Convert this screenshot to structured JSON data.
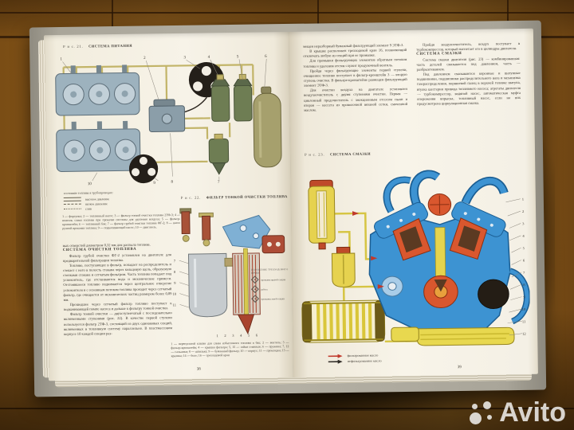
{
  "photo": {
    "watermark_text": "Avito",
    "colors": {
      "wood": "#855718",
      "page": "#f6f2e7",
      "cover": "#aca89c",
      "diagram_blue": "#3d93d2",
      "diagram_orange": "#d9572e",
      "diagram_yellow": "#e5d44e",
      "pipe_olive": "#c2b468",
      "filter_green": "#6e7d53",
      "legend_red": "#c0392b",
      "legend_black": "#2f2b26"
    }
  },
  "left_page": {
    "page_number": "38",
    "fig21": {
      "caption_label": "Р и с. 21.",
      "caption_title": "СИСТЕМА ПИТАНИЯ",
      "callouts": [
        "1",
        "2",
        "3",
        "4",
        "5",
        "6",
        "7",
        "8",
        "9",
        "10"
      ],
      "pipe_legend_title": "состояние топлива в трубопроводах:",
      "pipe_legend_items": [
        "высокое давление",
        "низкое давление",
        "слив"
      ],
      "legend": "1 — форсунка; 2 — топливный насос; 3 — фильтр тонкой очистки топлива 2ТФ-3; 4 — вентиль слива топлива при прокачке системы для удаления воздуха; 5 — фильтр-кронштейн; 6 — топливный бак; 7 — фильтр грубой очистки топлива ФГ-2; 8 — насос ручной прокачки топлива; 9 — подкачивающий насос; 10 — двигатель."
    },
    "body": {
      "para_intro": "вых отверстий диаметром 0,32 мм для распыла топлива.",
      "heading": "СИСТЕМА ОЧИСТКИ ТОПЛИВА",
      "para1": "Фильтр грубой очистки ФГ-2 установлен на двигателе для предварительной фильтрации топлива.",
      "para2": "Топливо, поступающее в фильтр, попадает на распределитель и стекает с него в полость стакана через кольцевую щель, образуемую стенками стакана и сетчатым фильтром. Часть топлива попадает под успокоитель, где отстаиваются вода и механические примеси. Отстоявшееся топливо поднимается через центральное отверстие успокоителя и с основным потоком топлива проходит через сетчатый фильтр, где очищается от механических частиц размером более 0,09 мм.",
      "para3": "Прошедшее через сетчатый фильтр топливо поступает к подкачивающей помпе насоса и дальше к фильтру тонкой очистки.",
      "para4": "Фильтр тонкой очистки — двухступенчатый с последовательно включенными ступенями (рис. 22). В качестве первой ступени используется фильтр 2ТФ-3, состоящий из двух одинаковых секций, включенных в топливную систему параллельно. В пластмассовом корпусе 10 каждой секции раз-"
    },
    "fig22": {
      "caption_label": "Р и с. 22.",
      "caption_title": "ФИЛЬТР ТОНКОЙ ОЧИСТКИ ТОПЛИВА",
      "valve_legend_title": "ПОЛОЖЕНИЕ ТРЕХХОДОВОГО КРАНА",
      "valve_legend_items": [
        "промывка правой секции",
        "работа",
        "промывка левой секции"
      ],
      "callouts_left": [
        "7",
        "8",
        "9",
        "10",
        "11"
      ],
      "callouts_bottom": [
        "1",
        "2",
        "3",
        "4",
        "5",
        "6"
      ],
      "legend": "1 — перепускной клапан для слива избыточного топлива в бак; 2 — вентиль; 3 — фильтр-кронштейн; 4 — крышка фильтра; 5, 15 — гайки стяжные; 6 — пружина; 7, 12 — сальники; 8 — шпилька; 9 — бумажный фильтр; 10 — корпус; 11 — прокладка; 13 — крышка; 14 — болт; 16 — трехходовой кран"
    }
  },
  "right_page": {
    "page_number": "39",
    "col1": {
      "para1": "мещен неразборный бумажный фильтрующий элемент 9 ЭТФ-3.",
      "para2": "В крышке расположен трехходовой кран 16, позволяющий отключать любую из секций при ее промывке.",
      "para3": "Для промывки фильтрующих элементов обратным потоком топлива и удаления отстоя служит продувочный вентиль.",
      "para4": "Пройдя через фильтрующие элементы первой ступени, очищенное топливо поступает в фильтр-кронштейн 3 — вторую ступень очистки. В фильтре-кронштейне размещен фильтрующий элемент ЭТФ-3.",
      "para5": "Для очистки воздуха на двигателе установлен воздухоочиститель с двумя ступенями очистки. Первая — циклонный предочиститель с эжекционным отсосом пыли и вторая — кассета из проволочной вязаной сетки, смоченной маслом."
    },
    "col2": {
      "para1": "Пройдя воздухоочиститель, воздух поступает в турбокомпрессор, который нагнетает его в цилиндры двигателя.",
      "heading": "СИСТЕМА СМАЗКИ",
      "para2": "Система смазки двигателя (рис. 23) — комбинированная: часть деталей смазывается под давлением, часть — разбрызгиванием.",
      "para3": "Под давлением смазываются коренные и шатунные подшипники, подшипники распределительного вала и механизма газораспределения, поршневой палец в верхней головке шатуна, втулка шестерни привода топливного насоса; агрегаты двигателя — турбокомпрессор, водяной насос, автоматическая муфта опережения впрыска, топливный насос, если на них предусмотрена циркуляционная смазка."
    },
    "fig23": {
      "caption_label": "Р и с. 23.",
      "caption_title": "СИСТЕМА СМАЗКИ",
      "callouts": [
        "1",
        "2",
        "3",
        "4",
        "5",
        "6",
        "7",
        "8",
        "9",
        "10",
        "11",
        "12"
      ],
      "oil_legend": [
        {
          "label": "фильтрованное масло",
          "color": "#c0392b"
        },
        {
          "label": "нефильтрованное масло",
          "color": "#2f2b26"
        }
      ]
    }
  }
}
